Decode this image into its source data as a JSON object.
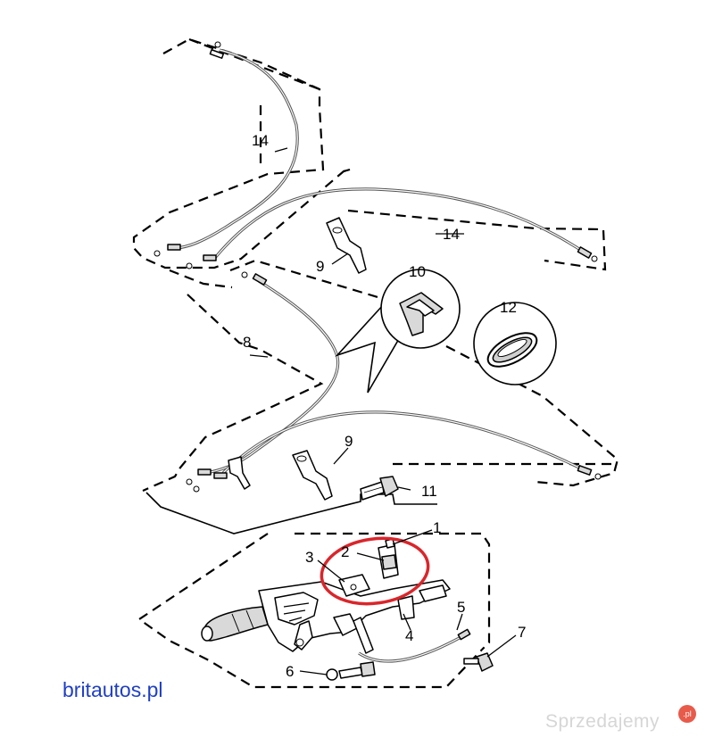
{
  "callouts": {
    "c14a": "14",
    "c14b": "14",
    "c9a": "9",
    "c10": "10",
    "c12": "12",
    "c8": "8",
    "c9b": "9",
    "c11": "11",
    "c1": "1",
    "c2": "2",
    "c3": "3",
    "c4": "4",
    "c5": "5",
    "c6": "6",
    "c7": "7"
  },
  "watermarks": {
    "left": "britautos.pl",
    "right": "Sprzedajemy",
    "badge": ".pl"
  },
  "colors": {
    "watermark_left": "#1f3fc4",
    "highlight_ellipse": "#d9262b"
  }
}
